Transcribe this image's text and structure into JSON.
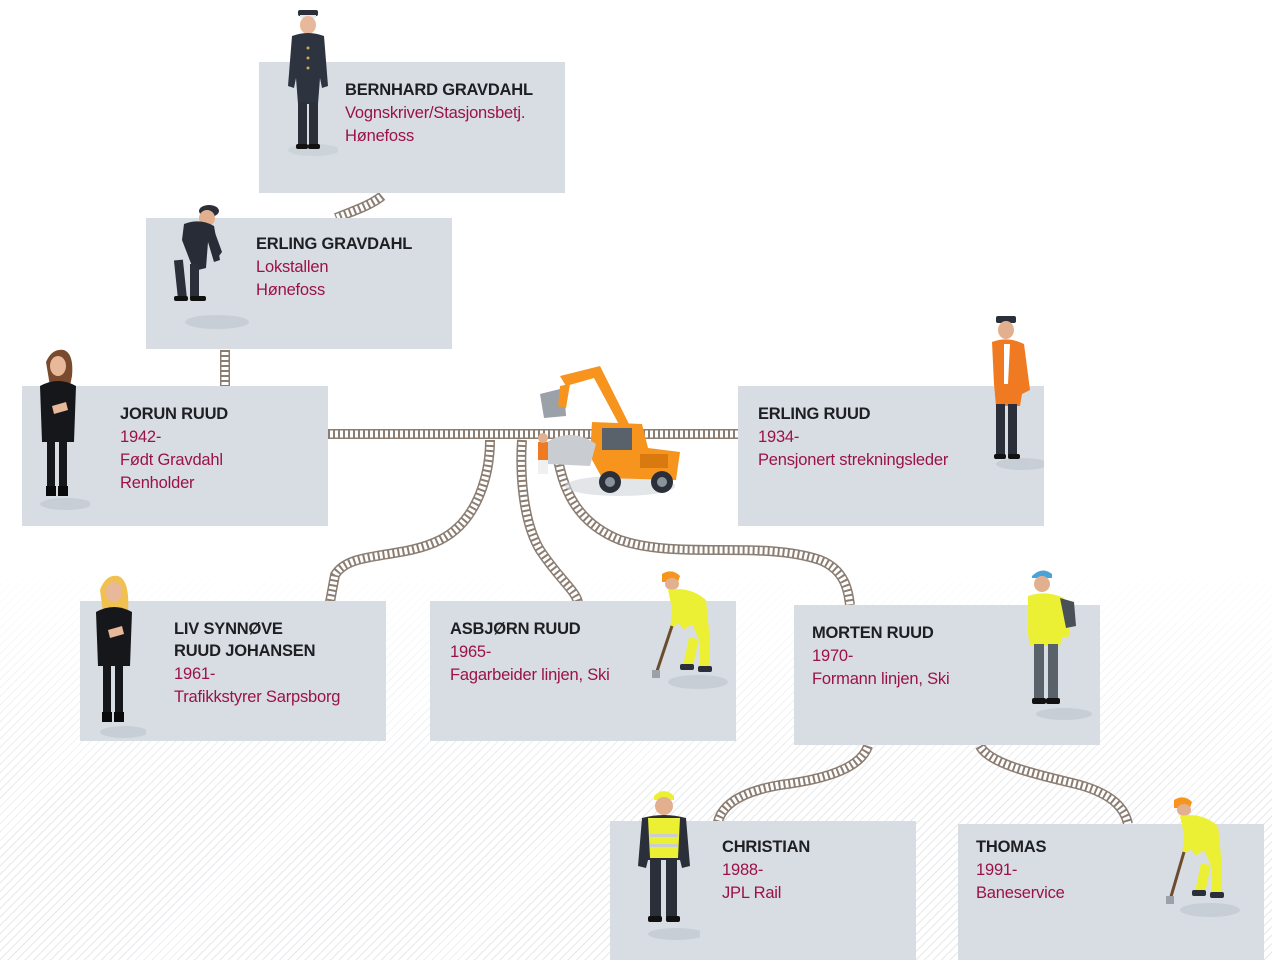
{
  "colors": {
    "card_bg": "#d8dde3",
    "name_color": "#1d1f22",
    "detail_color": "#9b1346",
    "track_color": "#8b7d72"
  },
  "people": {
    "bernhard": {
      "name": "BERNHARD GRAVDAHL",
      "line1": "Vognskriver/Stasjonsbetj.",
      "line2": "Hønefoss",
      "figure_icon": "railway-officer-icon"
    },
    "erling_g": {
      "name": "ERLING GRAVDAHL",
      "line1": "Lokstallen",
      "line2": "Hønefoss",
      "figure_icon": "locomotive-worker-icon"
    },
    "jorun": {
      "name": "JORUN RUUD",
      "line1": "1942-",
      "line2": "Født Gravdahl",
      "line3": "Renholder",
      "figure_icon": "woman-icon"
    },
    "erling_r": {
      "name": "ERLING RUUD",
      "line1": "1934-",
      "line2": "Pensjonert strekningsleder",
      "figure_icon": "line-manager-icon"
    },
    "liv": {
      "name_line1": "LIV SYNNØVE",
      "name_line2": "RUUD JOHANSEN",
      "line1": "1961-",
      "line2": "Trafikkstyrer Sarpsborg",
      "figure_icon": "woman-icon"
    },
    "asbjorn": {
      "name": "ASBJØRN RUUD",
      "line1": "1965-",
      "line2": "Fagarbeider linjen, Ski",
      "figure_icon": "track-worker-shovel-icon"
    },
    "morten": {
      "name": "MORTEN RUUD",
      "line1": "1970-",
      "line2": "Formann linjen, Ski",
      "figure_icon": "foreman-icon"
    },
    "christian": {
      "name": "CHRISTIAN",
      "line1": "1988-",
      "line2": "JPL Rail",
      "figure_icon": "hi-vis-worker-icon"
    },
    "thomas": {
      "name": "THOMAS",
      "line1": "1991-",
      "line2": "Baneservice",
      "figure_icon": "track-worker-shovel-icon"
    }
  },
  "center_illustration": "excavator-icon"
}
